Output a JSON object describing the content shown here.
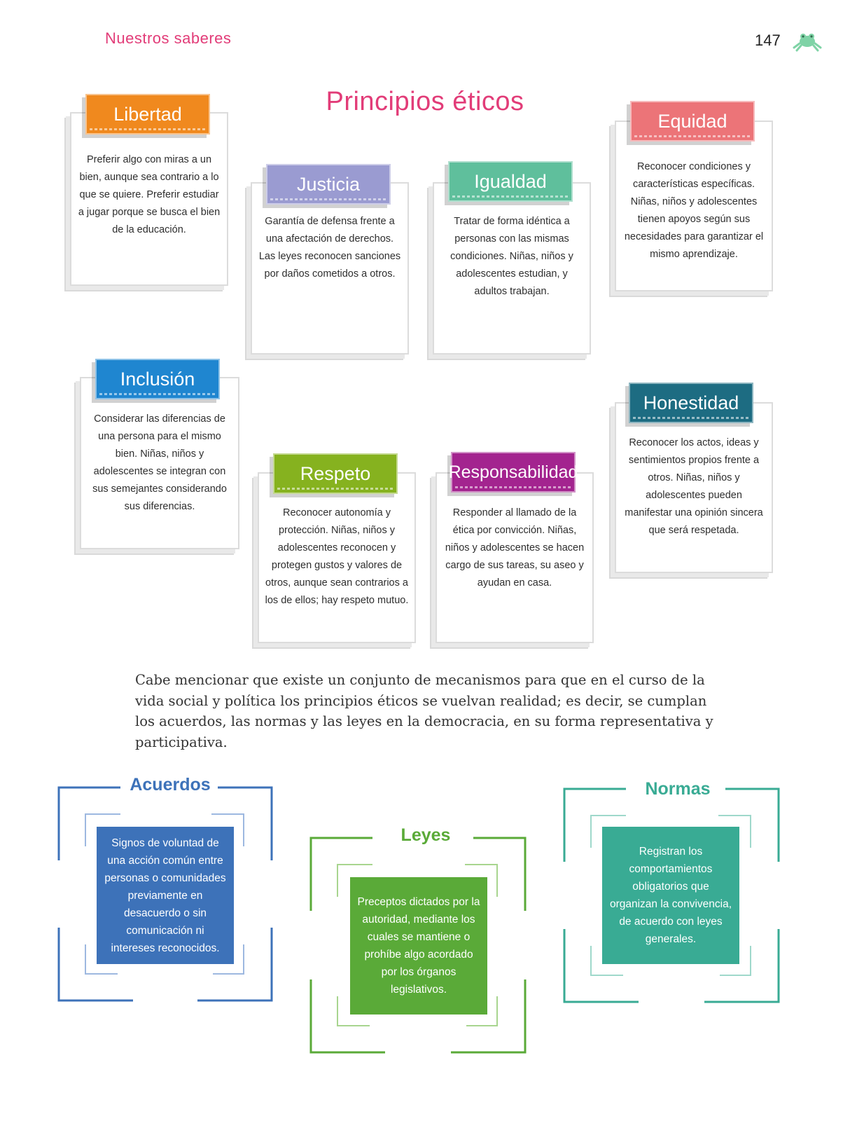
{
  "header": {
    "section_name": "Nuestros saberes",
    "page_number": "147",
    "mascot_icon": "frog-icon"
  },
  "title": "Principios éticos",
  "principles": [
    {
      "label": "Libertad",
      "color": "#f0891e",
      "body": "Preferir algo con miras a un bien, aunque sea contrario a lo que se quiere. Preferir estudiar a jugar porque se busca el bien de la educación."
    },
    {
      "label": "Justicia",
      "color": "#9a9bd1",
      "body": "Garantía de defensa frente a una afectación de derechos. Las leyes reconocen sanciones por daños cometidos a otros."
    },
    {
      "label": "Igualdad",
      "color": "#5fbf9c",
      "body": "Tratar de forma idéntica a personas con las mismas condiciones. Niñas, niños y adolescentes estudian, y adultos trabajan."
    },
    {
      "label": "Equidad",
      "color": "#ec7478",
      "body": "Reconocer condiciones y características específicas. Niñas, niños y adolescentes tienen apoyos según sus necesidades para garantizar el mismo aprendizaje."
    },
    {
      "label": "Inclusión",
      "color": "#1f86d0",
      "body": "Considerar las diferencias de una persona para el mismo bien. Niñas, niños y adolescentes se integran con sus semejantes considerando sus diferencias."
    },
    {
      "label": "Respeto",
      "color": "#86b21f",
      "body": "Reconocer autonomía y protección. Niñas, niños y adolescentes reconocen y protegen gustos y valores de otros, aunque sean contrarios a los de ellos; hay respeto mutuo."
    },
    {
      "label": "Responsabilidad",
      "color": "#a3248f",
      "body": "Responder al llamado de la ética por convicción. Niñas, niños y adolescentes se hacen cargo de sus tareas, su aseo y ayudan en casa."
    },
    {
      "label": "Honestidad",
      "color": "#1d6c82",
      "body": "Reconocer los actos, ideas y sentimientos propios frente a otros. Niñas, niños y adolescentes pueden manifestar una opinión sincera que será respetada."
    }
  ],
  "paragraph": "Cabe mencionar que existe un conjunto de mecanismos para que en el curso de la vida social y política los principios éticos se vuelvan realidad; es decir, se cumplan los acuerdos, las normas y las leyes en la democracia, en su forma representativa y participativa.",
  "concepts": [
    {
      "label": "Acuerdos",
      "color": "#3d72b9",
      "body": "Signos de voluntad de una acción común entre personas o comunidades previamente en desacuerdo o sin comunicación ni intereses reconocidos."
    },
    {
      "label": "Leyes",
      "color": "#5aaa38",
      "body": "Preceptos dictados por la autoridad, mediante los cuales se mantiene o prohíbe algo acordado por los órganos legislativos."
    },
    {
      "label": "Normas",
      "color": "#39ab94",
      "body": "Registran los comportamientos obligatorios que organizan la convivencia, de acuerdo con leyes generales."
    }
  ]
}
